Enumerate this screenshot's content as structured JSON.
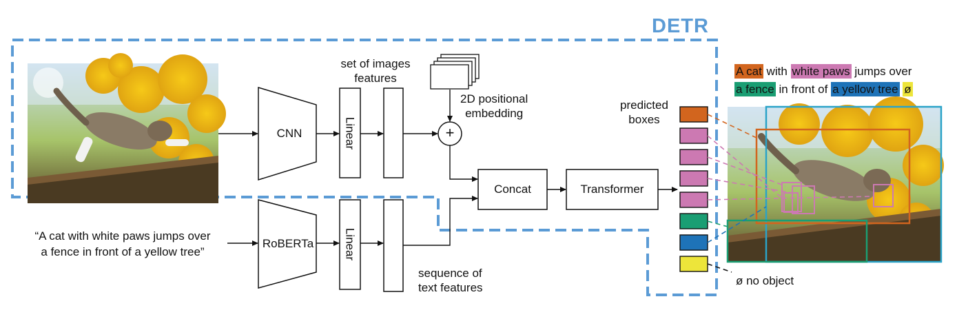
{
  "title": "DETR",
  "labels": {
    "image_features": "set of images\nfeatures",
    "positional": "2D positional\nembedding",
    "predicted_boxes": "predicted\nboxes",
    "cnn": "CNN",
    "linear_top": "Linear",
    "linear_bottom": "Linear",
    "roberta": "RoBERTa",
    "concat": "Concat",
    "transformer": "Transformer",
    "plus": "+",
    "text_features": "sequence of\ntext features",
    "input_text_line1": "“A cat with white paws jumps over",
    "input_text_line2": "a fence in front of a yellow tree”",
    "no_object": "ø no object"
  },
  "caption": {
    "line1": [
      {
        "text": "A cat",
        "color": "#d2651e"
      },
      {
        "text": " with ",
        "color": ""
      },
      {
        "text": "white paws",
        "color": "#cc79b2"
      },
      {
        "text": " jumps over",
        "color": ""
      }
    ],
    "line2": [
      {
        "text": "a fence",
        "color": "#1a9e73"
      },
      {
        "text": " in front of ",
        "color": ""
      },
      {
        "text": "a yellow tree",
        "color": "#1e73b8"
      },
      {
        "text": " ",
        "color": ""
      },
      {
        "text": "ø",
        "color": "#ede53a"
      }
    ]
  },
  "box_colors": [
    "#d2651e",
    "#cc79b2",
    "#cc79b2",
    "#cc79b2",
    "#cc79b2",
    "#1a9e73",
    "#1e73b8",
    "#ede53a"
  ],
  "colors": {
    "detr_dash": "#5b9bd5",
    "orange": "#d2651e",
    "pink": "#cc79b2",
    "green": "#1a9e73",
    "blue": "#1e73b8",
    "yellow": "#ede53a",
    "cyan_box": "#2aa3c8"
  }
}
